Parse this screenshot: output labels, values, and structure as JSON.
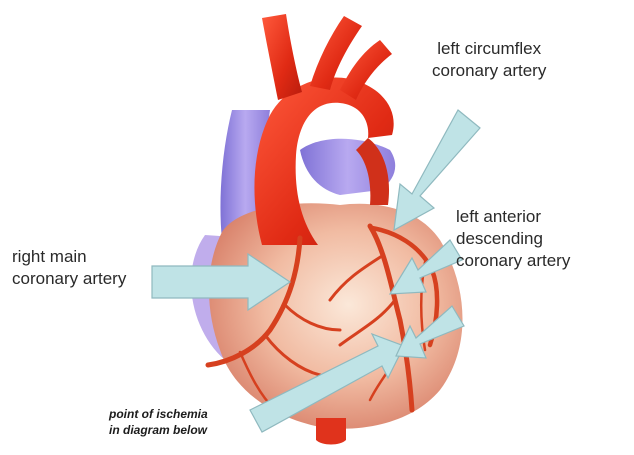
{
  "labels": {
    "left_circumflex": [
      "left circumflex",
      "coronary artery"
    ],
    "left_anterior_descending": [
      "left anterior",
      "descending",
      "coronary artery"
    ],
    "right_main": [
      "right main",
      "coronary artery"
    ],
    "ischemia": [
      "point of ischemia",
      "in diagram below"
    ]
  },
  "colors": {
    "aorta": "#e8321c",
    "vein": "#9d8ee6",
    "myocardium": "#f2c2a8",
    "artery": "#d6401f",
    "arrow": "#bfe3e6",
    "arrow_stroke": "#8fb9bf"
  }
}
